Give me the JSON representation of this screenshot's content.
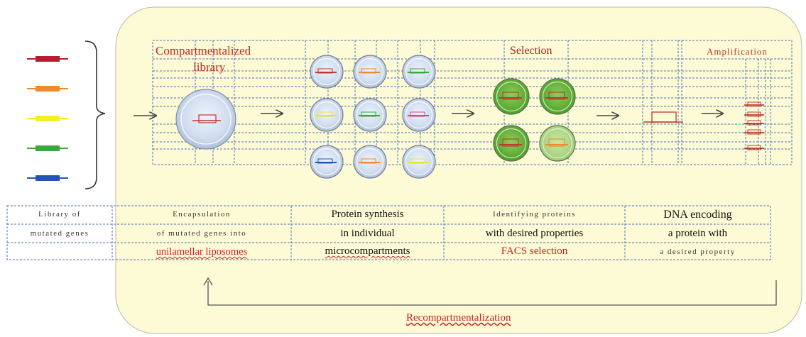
{
  "diagram": {
    "stages": {
      "compartmentalized_line1": "Compartmentalized",
      "compartmentalized_line2": "library",
      "selection": "Selection",
      "amplification": "Amplification"
    },
    "gene_colors": [
      "#b21f2d",
      "#f08a2c",
      "#f2ef2a",
      "#3aa83a",
      "#2456b0"
    ],
    "liposome_grid_gene_colors": [
      "#c0392b",
      "#f08a2c",
      "#3aa83a",
      "#e8e23a",
      "#3aa83a",
      "#d84a7a",
      "#2456b0",
      "#f08a2c",
      "#e8e23a"
    ],
    "selected_gene_colors": [
      "#c0392b",
      "#c0392b",
      "#c0392b",
      "#f08a2c"
    ],
    "table": {
      "col1": [
        "Library   of",
        "mutated   genes"
      ],
      "col2": [
        "Encapsulation",
        "of mutated   genes   into",
        "unilamellar liposomes"
      ],
      "col3": [
        "Protein synthesis",
        "in individual",
        "microcompartments"
      ],
      "col4": [
        "Identifying   proteins",
        "with desired properties",
        "FACS selection"
      ],
      "col5": [
        "DNA encoding",
        "a protein with",
        "a desired   property"
      ]
    },
    "recompartmentalization": "Recompartmentalization"
  }
}
